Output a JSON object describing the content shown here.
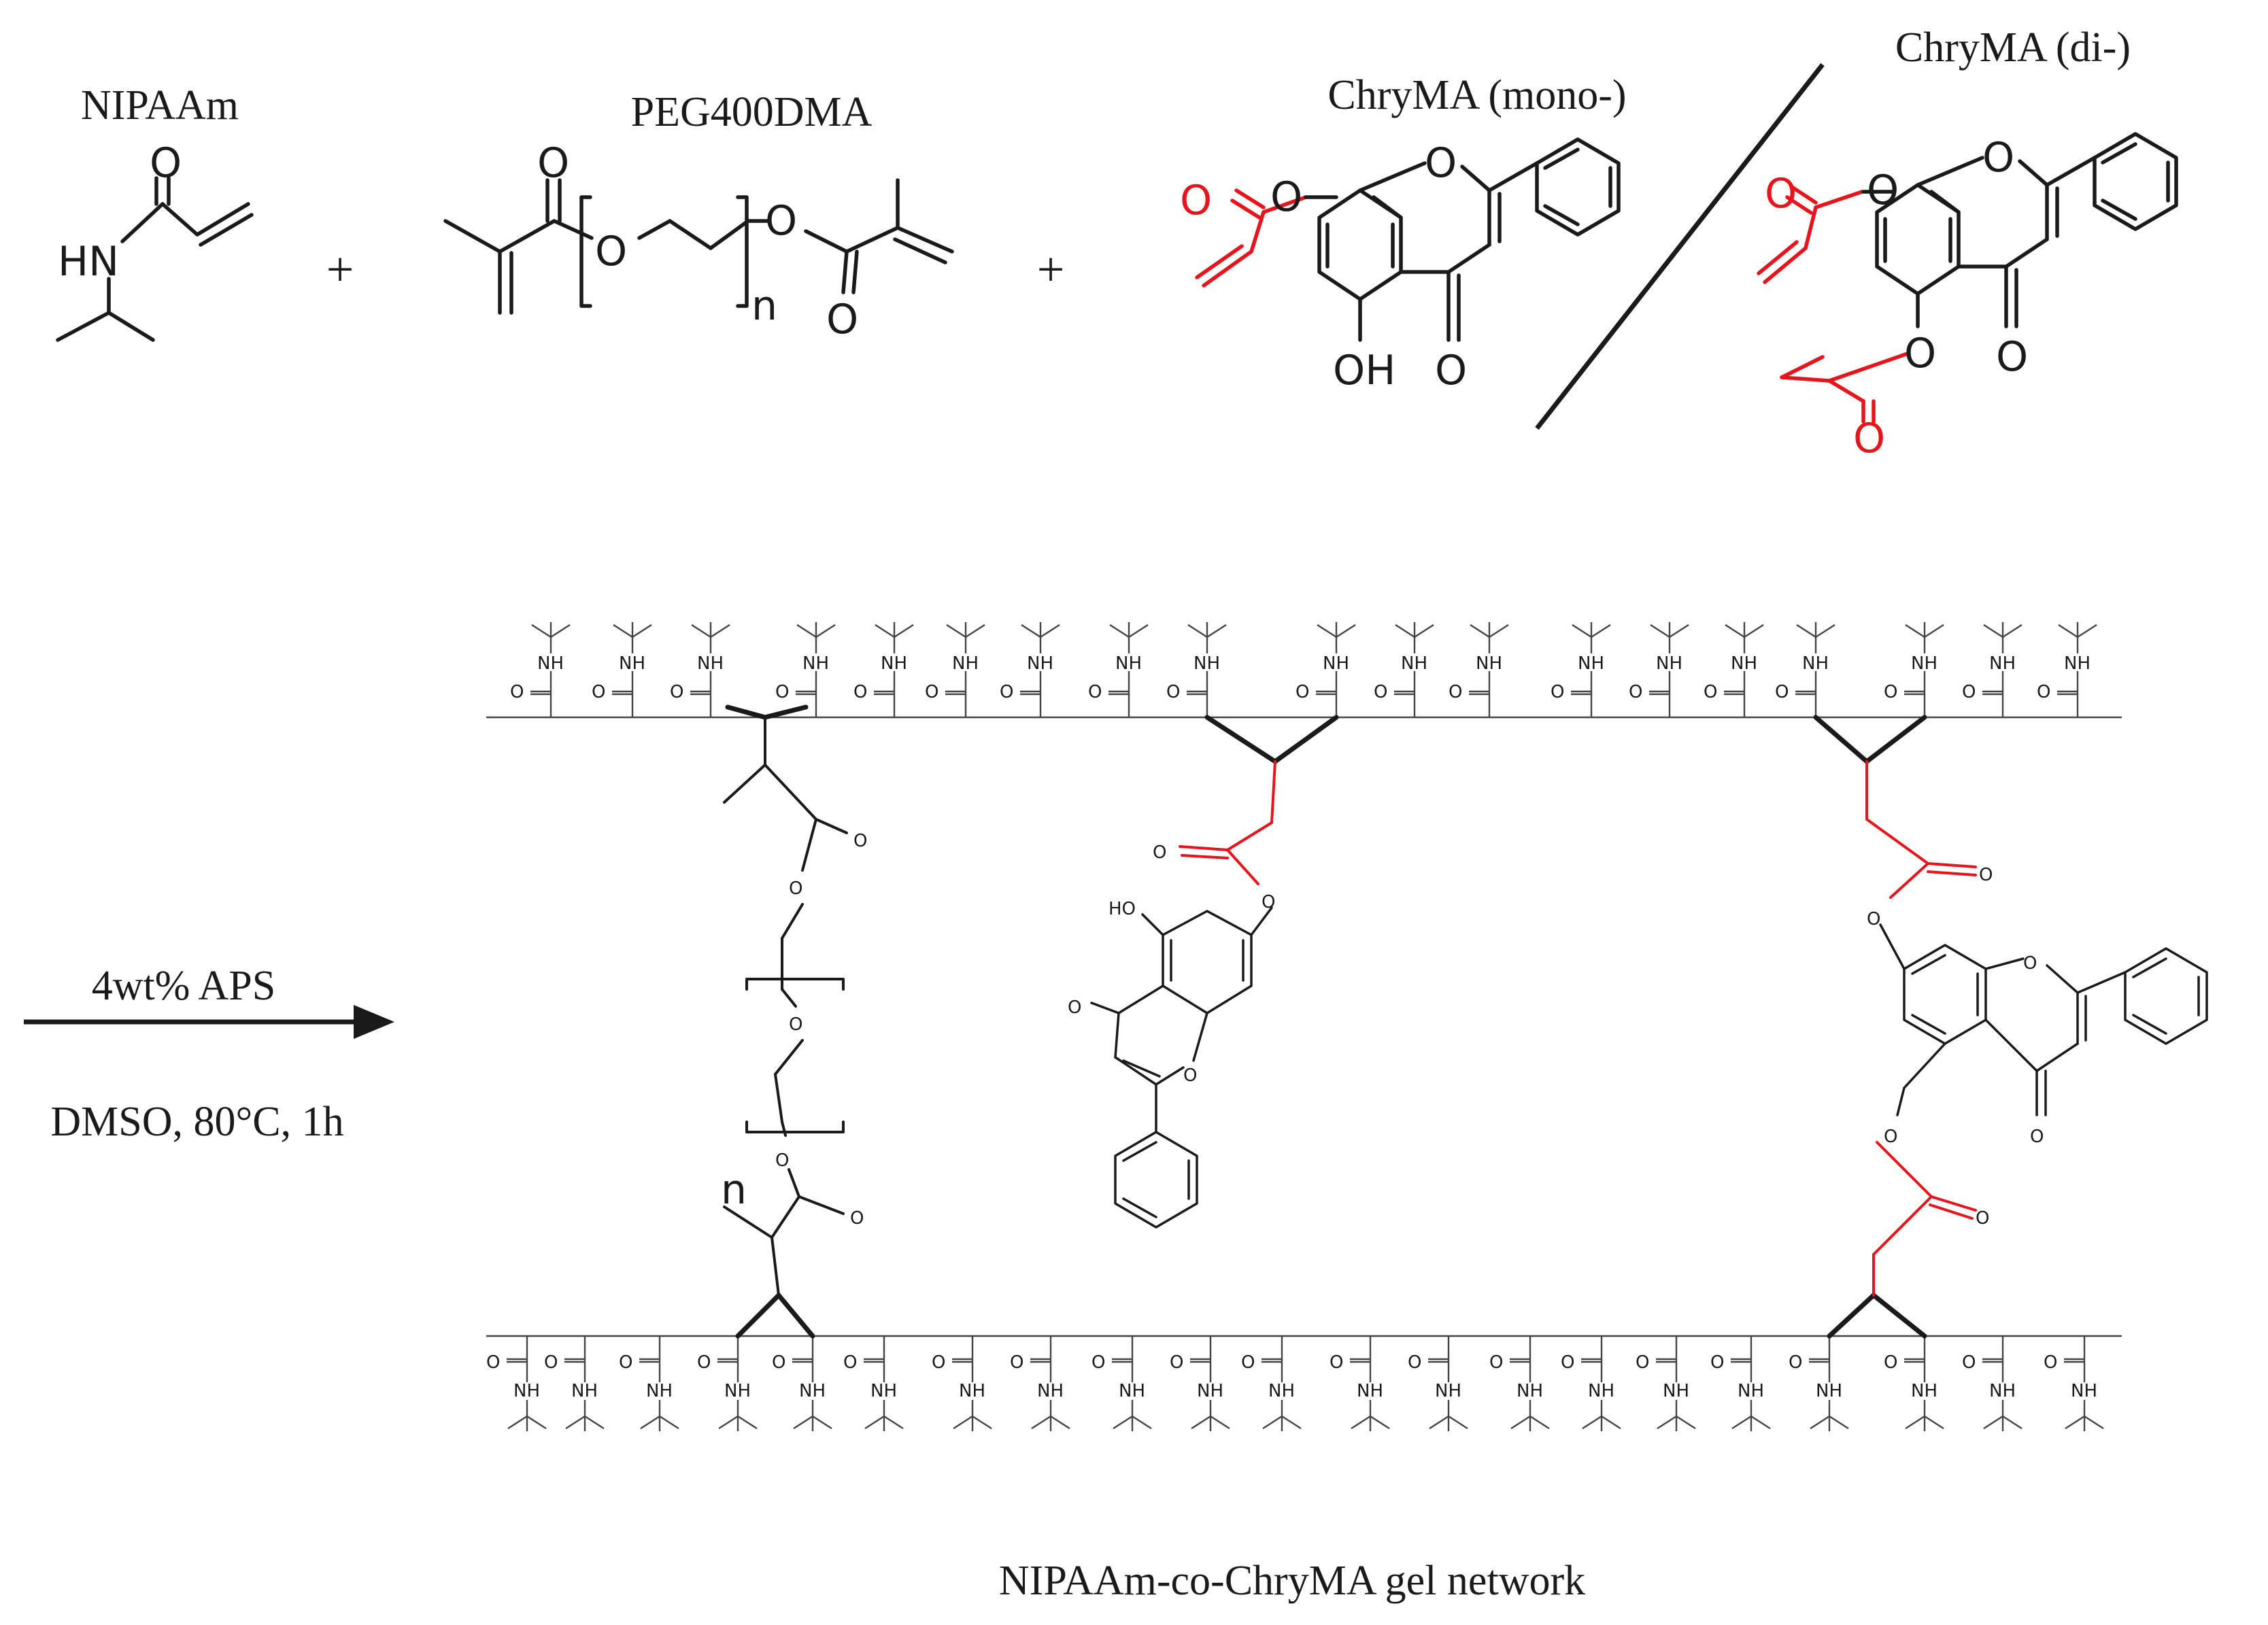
{
  "reactants": {
    "nipaam_label": "NIPAAm",
    "peg_label": "PEG400DMA",
    "chry_mono_label": "ChryMA (mono-)",
    "chry_di_label": "ChryMA (di-)",
    "plus": "+",
    "atoms": {
      "O": "O",
      "HN": "HN",
      "NH": "NH",
      "OH": "OH",
      "HO": "HO",
      "n": "n"
    }
  },
  "conditions": {
    "above_arrow": "4wt% APS",
    "below_arrow": "DMSO, 80°C, 1h"
  },
  "product": {
    "caption": "NIPAAm-co-ChryMA gel network"
  },
  "colors": {
    "bond": "#1a1a1a",
    "acrylate_highlight": "#e8141c",
    "background": "#ffffff"
  }
}
